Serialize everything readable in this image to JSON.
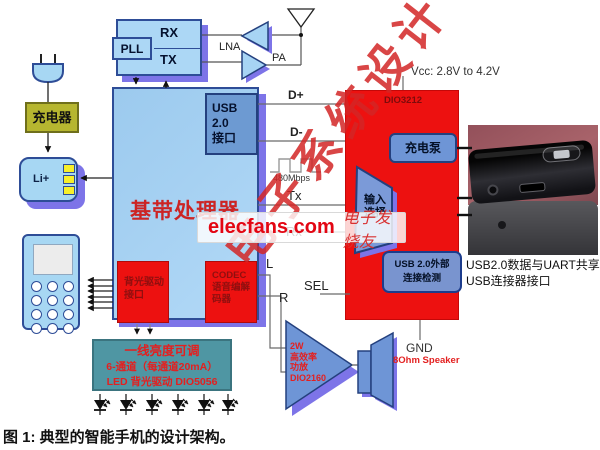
{
  "caption": {
    "figure": "图 1: 典型的智能手机的设计架构。"
  },
  "watermark": {
    "diagonal": "电子系统设计",
    "brand": "elecfans.com",
    "slogan": "电子发烧友"
  },
  "rf": {
    "pll": "PLL",
    "rx": "RX",
    "tx": "TX",
    "lna": "LNA",
    "pa": "PA"
  },
  "power": {
    "charger": "充电器",
    "battery": "Li+"
  },
  "baseband": {
    "title": "基带处理器",
    "usb_port": {
      "line1": "USB 2.0",
      "line2": "接口"
    },
    "backlight_port": {
      "line1": "背光驱动",
      "line2": "接口"
    },
    "codec": {
      "line1": "CODEC",
      "line2": "语音编解",
      "line3": "码器"
    }
  },
  "bus": {
    "d_plus": "D+",
    "d_minus": "D-",
    "speed": "480Mbps",
    "tx": "Tx",
    "rx": "Rx",
    "audio_left": "L",
    "audio_right": "R",
    "sel": "SEL"
  },
  "chip": {
    "part": "DIO3212",
    "vcc": "Vcc: 2.8V to 4.2V",
    "charge_pump": "充电泵",
    "mux": {
      "line1": "输入",
      "line2": "选择"
    },
    "detect": {
      "line1": "USB 2.0外部",
      "line2": "连接检测"
    },
    "gnd": "GND",
    "speaker": "8Ohm Speaker"
  },
  "amp": {
    "line1": "2W",
    "line2": "高效率",
    "line3": "功放",
    "part": "DIO2160"
  },
  "led_driver": {
    "line1": "一线亮度可调",
    "line2": "6-通道（每通道20mA）",
    "line3": "LED 背光驱动 DIO5056"
  },
  "photo": {
    "cap1": "USB2.0数据与UART共享",
    "cap2": "USB连接器接口"
  },
  "colors": {
    "chip_red": "#ed1110",
    "block_blue": "#acd7f5",
    "mid_blue": "#6e95d6",
    "shadow_purple": "#7d74e8",
    "teal": "#4f96a3",
    "brand_red": "#e30613",
    "accent_red": "#e32020",
    "olive": "#b6b630"
  }
}
